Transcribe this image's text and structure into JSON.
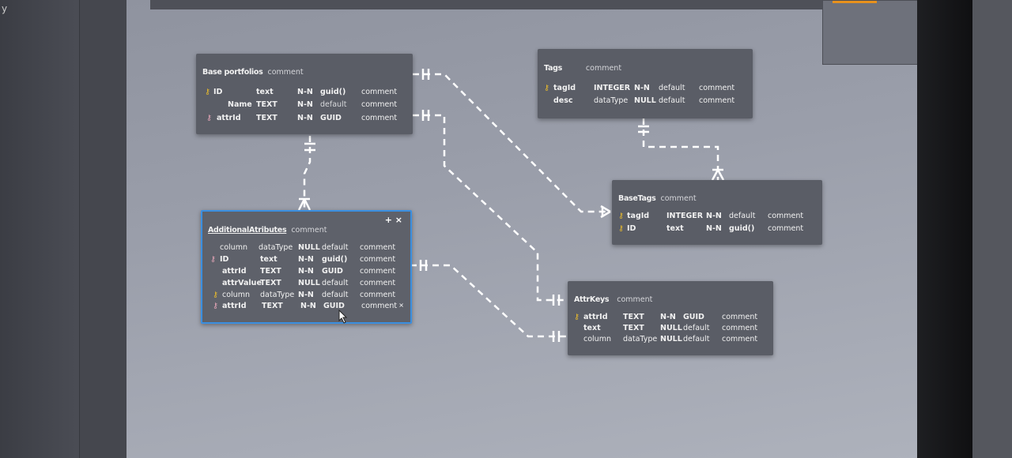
{
  "screen_edge_glyph": "y",
  "tables": {
    "base_portfolios": {
      "name": "Base portfolios",
      "comment": "comment",
      "rows": [
        {
          "key": "key-icon",
          "col": "ID",
          "type": "text",
          "null": "N-N",
          "default": "guid()",
          "comment": "comment"
        },
        {
          "key": "",
          "col": "Name",
          "type": "TEXT",
          "null": "N-N",
          "default": "default",
          "comment": "comment"
        },
        {
          "key": "foreign-key-icon",
          "col": "attrId",
          "type": "TEXT",
          "null": "N-N",
          "default": "GUID",
          "comment": "comment"
        }
      ]
    },
    "tags": {
      "name": "Tags",
      "comment": "comment",
      "rows": [
        {
          "key": "key-icon",
          "col": "tagId",
          "type": "INTEGER",
          "null": "N-N",
          "default": "default",
          "comment": "comment"
        },
        {
          "key": "",
          "col": "desc",
          "type": "dataType",
          "null": "NULL",
          "default": "default",
          "comment": "comment"
        }
      ]
    },
    "base_tags": {
      "name": "BaseTags",
      "comment": "comment",
      "rows": [
        {
          "key": "foreign-key-icon",
          "col": "tagId",
          "type": "INTEGER",
          "null": "N-N",
          "default": "default",
          "comment": "comment"
        },
        {
          "key": "foreign-key-icon",
          "col": "ID",
          "type": "text",
          "null": "N-N",
          "default": "guid()",
          "comment": "comment"
        }
      ]
    },
    "additional_atributes": {
      "name": "AdditionalAtributes",
      "comment": "comment",
      "tools_label": "+ ×",
      "row_delete_label": "×",
      "rows": [
        {
          "key": "",
          "col": "column",
          "type": "dataType",
          "null": "NULL",
          "default": "default",
          "comment": "comment"
        },
        {
          "key": "foreign-key-icon",
          "col": "ID",
          "type": "text",
          "null": "N-N",
          "default": "guid()",
          "comment": "comment"
        },
        {
          "key": "",
          "col": "attrId",
          "type": "TEXT",
          "null": "N-N",
          "default": "GUID",
          "comment": "comment"
        },
        {
          "key": "",
          "col": "attrValue",
          "type": "TEXT",
          "null": "NULL",
          "default": "default",
          "comment": "comment"
        },
        {
          "key": "key-icon",
          "col": "column",
          "type": "dataType",
          "null": "N-N",
          "default": "default",
          "comment": "comment"
        },
        {
          "key": "foreign-key-icon",
          "col": "attrId",
          "type": "TEXT",
          "null": "N-N",
          "default": "GUID",
          "comment": "comment"
        }
      ]
    },
    "attr_keys": {
      "name": "AttrKeys",
      "comment": "comment",
      "rows": [
        {
          "key": "key-icon",
          "col": "attrId",
          "type": "TEXT",
          "null": "N-N",
          "default": "GUID",
          "comment": "comment"
        },
        {
          "key": "",
          "col": "text",
          "type": "TEXT",
          "null": "NULL",
          "default": "default",
          "comment": "comment"
        },
        {
          "key": "",
          "col": "column",
          "type": "dataType",
          "null": "NULL",
          "default": "default",
          "comment": "comment"
        }
      ]
    }
  },
  "colors": {
    "key": "#e6b92e",
    "foreign_key": "#e3a4b6",
    "selection": "#3b8fe0",
    "accent": "#e8911c"
  }
}
